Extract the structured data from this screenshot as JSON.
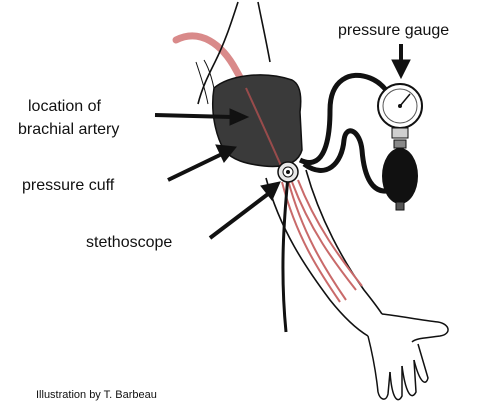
{
  "labels": {
    "pressure_gauge": "pressure gauge",
    "location_line1": "location of",
    "location_line2": "brachial artery",
    "pressure_cuff": "pressure cuff",
    "stethoscope": "stethoscope"
  },
  "credit": "Illustration by T. Barbeau",
  "colors": {
    "artery": "#d98a8a",
    "cuff": "#3a3a3a",
    "tubing": "#111111",
    "outline": "#111111"
  }
}
